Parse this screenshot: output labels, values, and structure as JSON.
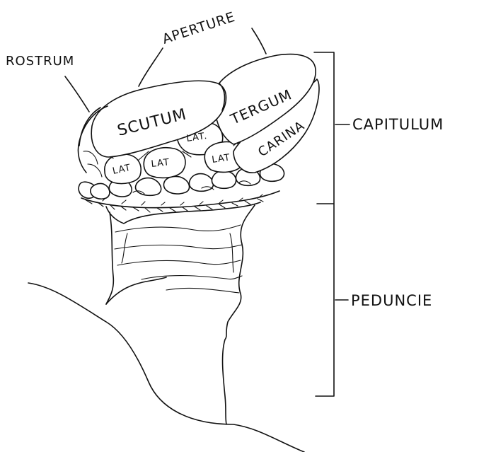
{
  "labels": {
    "aperture": "APERTURE",
    "rostrum": "ROSTRUM",
    "scutum": "SCUTUM",
    "tergum": "TERGUM",
    "carina": "CARINA",
    "lat": "LAT",
    "lat_dot": "LAT.",
    "capitulum": "CAPITULUM",
    "peduncle": "PEDUNCIE"
  },
  "colors": {
    "ink": "#111111",
    "background": "#ffffff"
  }
}
